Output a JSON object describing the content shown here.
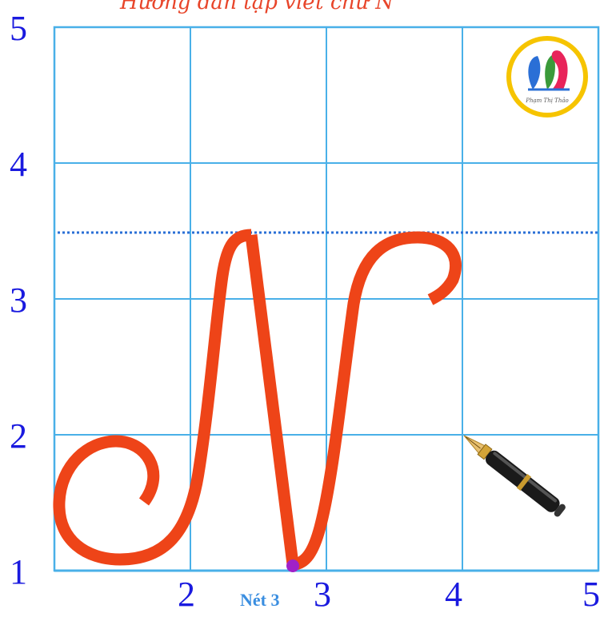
{
  "title": "Hướng dẫn tập viết chữ N",
  "axis": {
    "y_labels": [
      "5",
      "4",
      "3",
      "2",
      "1"
    ],
    "x_labels": [
      "2",
      "3",
      "4",
      "5"
    ]
  },
  "stroke_label": "Nét 3",
  "logo": {
    "text": "Phạm Thị Thảo"
  },
  "colors": {
    "grid": "#49b0e8",
    "stroke": "#ee4418",
    "numbers": "#1a1adf",
    "dot": "#a021c8",
    "stroke_label": "#3a8ee0"
  },
  "icons": [
    "fountain-pen-icon",
    "swan-logo-icon"
  ]
}
